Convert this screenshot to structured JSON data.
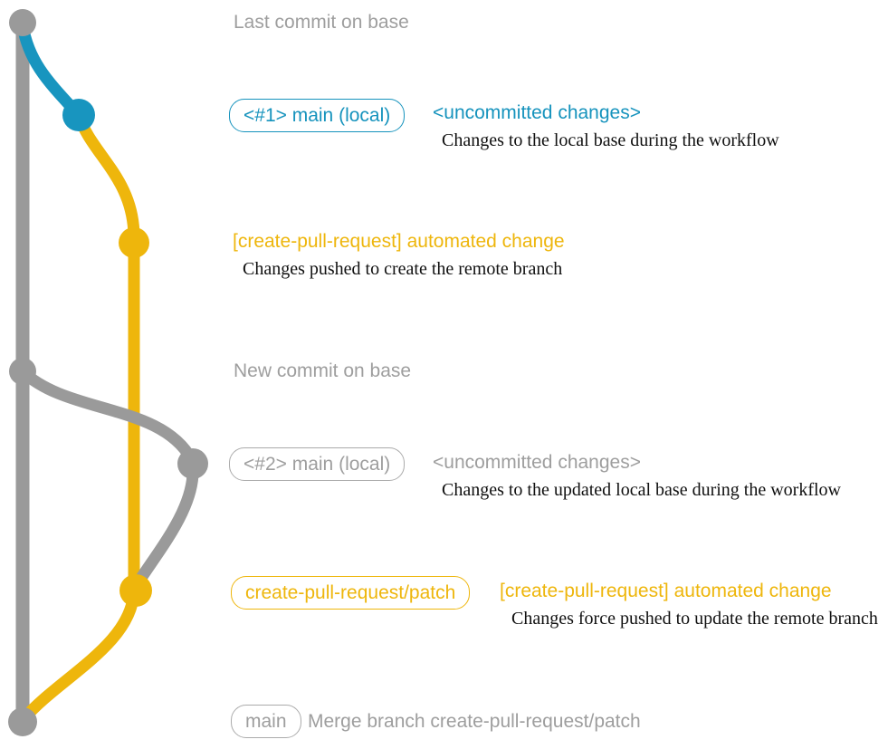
{
  "colors": {
    "gray": "#9a9a9a",
    "teal": "#1895bf",
    "yellow": "#eeb60c",
    "label_gray": "#9e9e9e",
    "desc_text": "#101010"
  },
  "graph": {
    "branches": [
      {
        "id": "base",
        "color_key": "gray"
      },
      {
        "id": "main-local",
        "color_key": "teal"
      },
      {
        "id": "create-pull-request-patch",
        "color_key": "yellow"
      },
      {
        "id": "updated-main-local",
        "color_key": "gray"
      }
    ],
    "nodes": [
      {
        "id": "last-commit-on-base",
        "color_key": "gray"
      },
      {
        "id": "main-local-1",
        "color_key": "teal"
      },
      {
        "id": "automated-change-1",
        "color_key": "yellow"
      },
      {
        "id": "new-commit-on-base",
        "color_key": "gray"
      },
      {
        "id": "main-local-2",
        "color_key": "gray"
      },
      {
        "id": "automated-change-2",
        "color_key": "yellow"
      },
      {
        "id": "merge-commit",
        "color_key": "gray"
      }
    ]
  },
  "annotations": {
    "last_commit": "Last commit on base",
    "row1": {
      "badge": "<#1> main (local)",
      "status": "<uncommitted changes>",
      "desc": "Changes to the local base during the workflow"
    },
    "row2": {
      "title": "[create-pull-request] automated change",
      "desc": "Changes pushed to create the remote branch"
    },
    "new_commit": "New commit on base",
    "row3": {
      "badge": "<#2> main (local)",
      "status": "<uncommitted changes>",
      "desc": "Changes to the updated local base during the workflow"
    },
    "row4": {
      "badge": "create-pull-request/patch",
      "title": "[create-pull-request] automated change",
      "desc": "Changes force pushed to update the remote branch"
    },
    "row5": {
      "badge": "main",
      "text": "Merge branch create-pull-request/patch"
    }
  }
}
